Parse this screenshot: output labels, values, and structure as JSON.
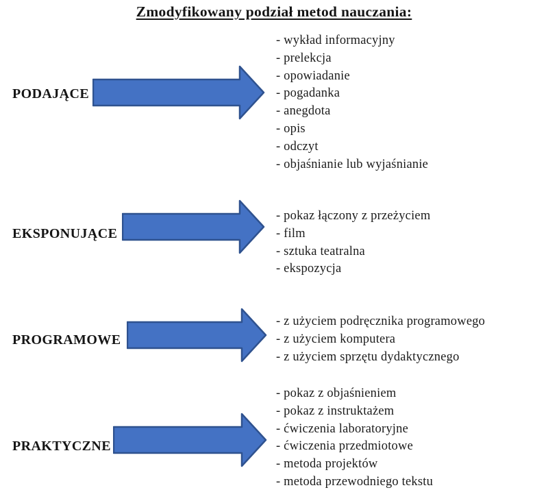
{
  "title": "Zmodyfikowany podział metod nauczania:",
  "colors": {
    "arrow_fill": "#4472C4",
    "arrow_border": "#2F528F",
    "text": "#1c1c1c"
  },
  "sections": [
    {
      "label": "PODAJĄCE",
      "arrow_icon": "right-arrow-icon",
      "items": [
        "- wykład informacyjny",
        "- prelekcja",
        "- opowiadanie",
        "- pogadanka",
        "- anegdota",
        "- opis",
        "- odczyt",
        "- objaśnianie lub wyjaśnianie"
      ]
    },
    {
      "label": "EKSPONUJĄCE",
      "arrow_icon": "right-arrow-icon",
      "items": [
        "- pokaz łączony z przeżyciem",
        "- film",
        "- sztuka teatralna",
        "- ekspozycja"
      ]
    },
    {
      "label": "PROGRAMOWE",
      "arrow_icon": "right-arrow-icon",
      "items": [
        "- z użyciem podręcznika programowego",
        "- z użyciem komputera",
        "- z użyciem sprzętu dydaktycznego"
      ]
    },
    {
      "label": "PRAKTYCZNE",
      "arrow_icon": "right-arrow-icon",
      "items": [
        "- pokaz z objaśnieniem",
        "- pokaz z instruktażem",
        "- ćwiczenia laboratoryjne",
        "- ćwiczenia przedmiotowe",
        "- metoda projektów",
        "- metoda przewodniego tekstu"
      ]
    }
  ]
}
